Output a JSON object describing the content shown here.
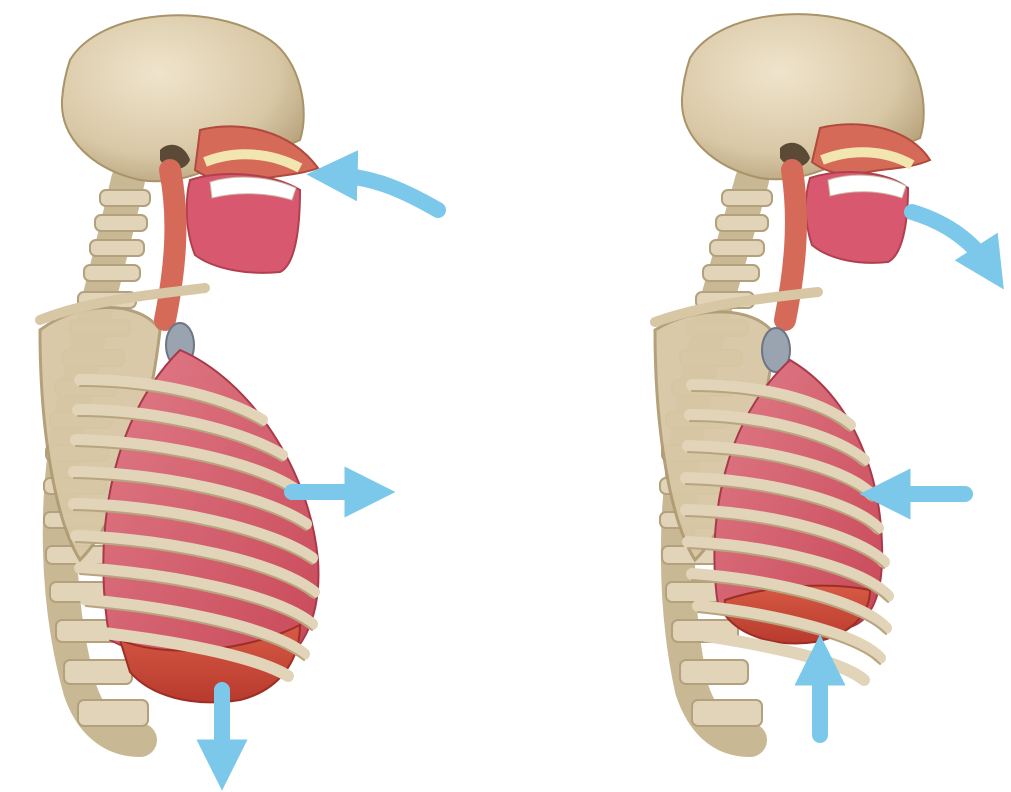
{
  "figure": {
    "panels": [
      {
        "phase": "inhalation",
        "air_flow": "in",
        "chest_motion": "outward",
        "diaphragm_motion": "down"
      },
      {
        "phase": "exhalation",
        "air_flow": "out",
        "chest_motion": "inward",
        "diaphragm_motion": "up"
      }
    ],
    "colors": {
      "bone": "#e2d4b8",
      "bone_shade": "#c9b894",
      "lung": "#d25a6a",
      "lung_light": "#e88a96",
      "diaphragm": "#cf4a3a",
      "airway": "#d66a58",
      "arrow": "#7cc8ea",
      "background": "#ffffff"
    },
    "icons": [
      "skull-icon",
      "spine-icon",
      "ribcage-icon",
      "lungs-icon",
      "airflow-arrow-icon"
    ]
  }
}
